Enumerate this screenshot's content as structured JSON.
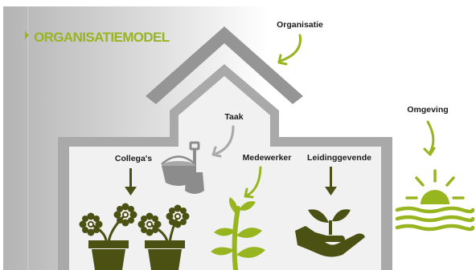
{
  "title": "ORGANISATIEMODEL",
  "labels": {
    "organisatie": "Organisatie",
    "taak": "Taak",
    "omgeving": "Omgeving",
    "collegas": "Collega's",
    "medewerker": "Medewerker",
    "leidinggevende": "Leidinggevende"
  },
  "icons": [
    "bucket-spade-icon",
    "flowers-in-pots-icon",
    "sprouting-plant-icon",
    "seedling-in-hand-icon",
    "sun-over-water-icon"
  ],
  "colors": {
    "accent": "#97b51e",
    "dark_olive": "#4b5112",
    "house": "#a9a9a9",
    "roof": "#959595",
    "panel": "#f1f1f1"
  }
}
